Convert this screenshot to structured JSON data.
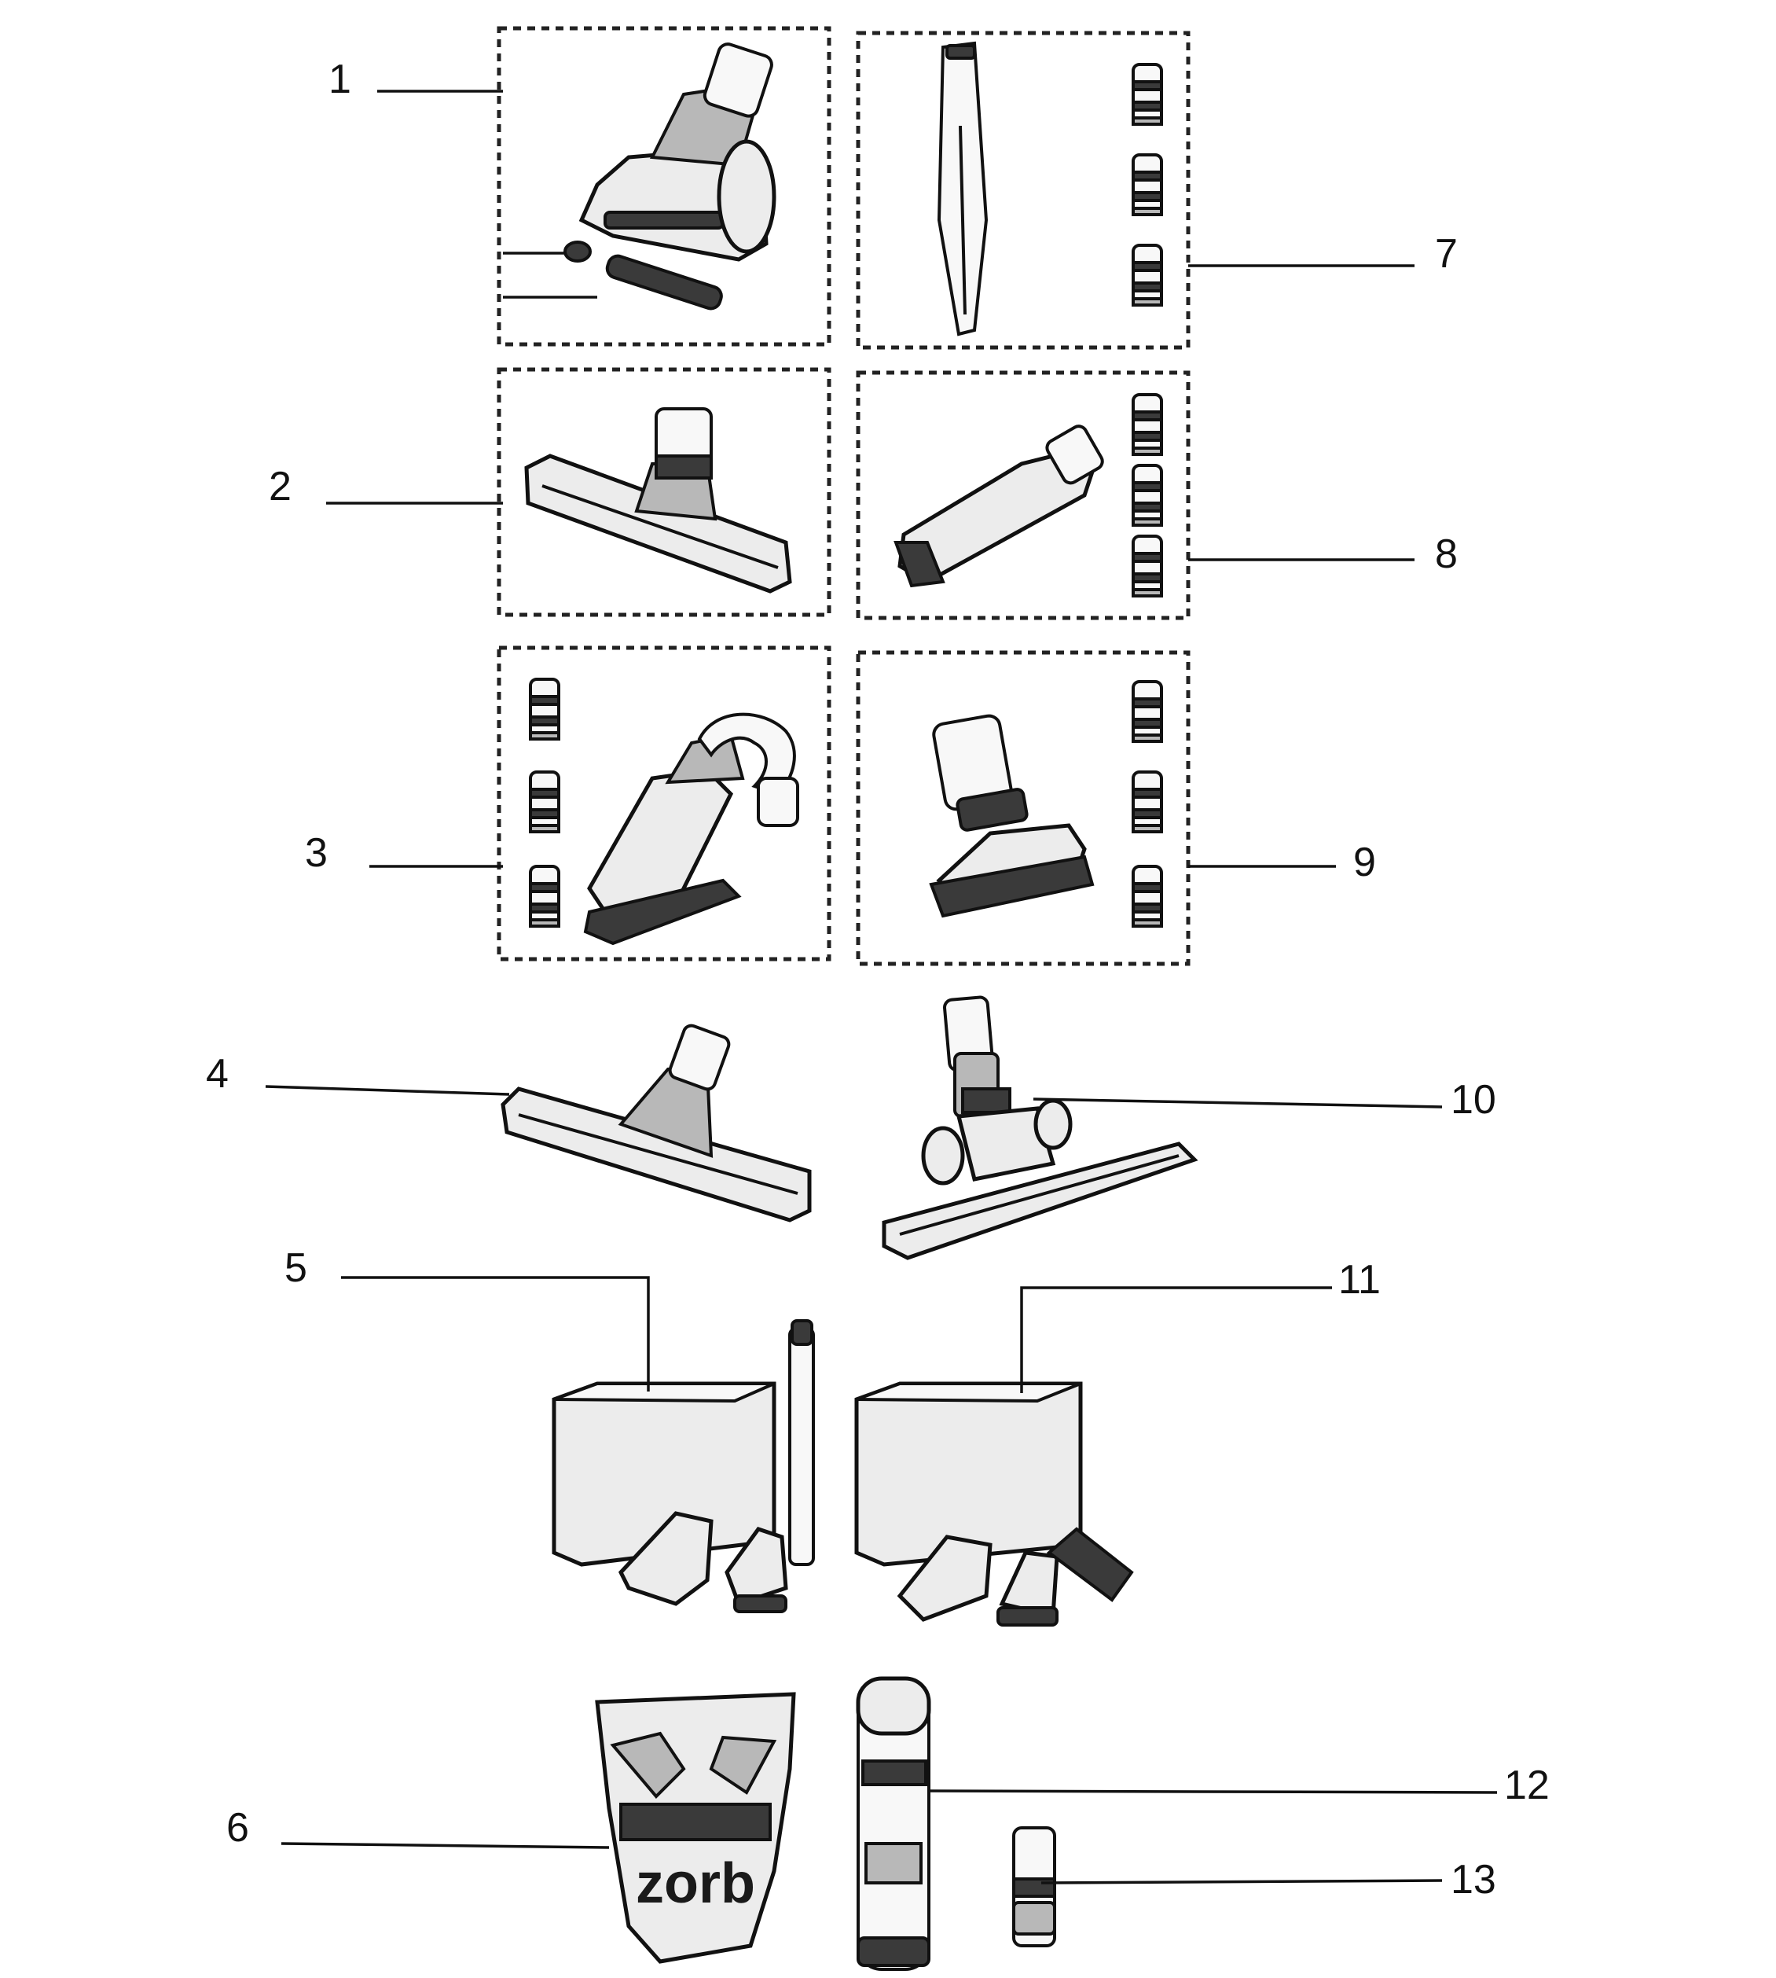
{
  "callouts": {
    "c1": "1",
    "c2": "2",
    "c3": "3",
    "c4": "4",
    "c5": "5",
    "c6": "6",
    "c7": "7",
    "c8": "8",
    "c9": "9",
    "c10": "10",
    "c11": "11",
    "c12": "12",
    "c13": "13"
  },
  "labels": {
    "zorb_brand": "zorb"
  }
}
